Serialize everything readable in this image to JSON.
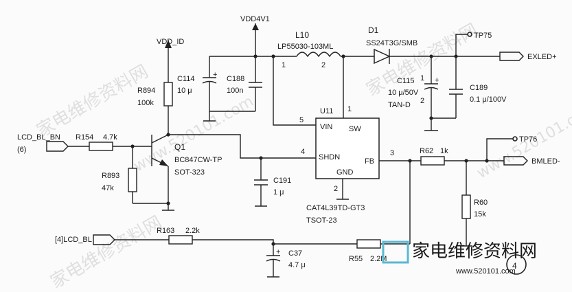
{
  "rails": {
    "vdd": "VDD4V1",
    "vddid": "VDD_ID"
  },
  "nets": {
    "lcd_bl_bn": "LCD_BL_BN",
    "lcd_bl_bn_pin": "(6)",
    "lcd_bl": "[4]LCD_BL",
    "exled": "EXLED+",
    "bmled": "BMLED-",
    "tp75": "TP75",
    "tp76": "TP76"
  },
  "parts": {
    "l10_ref": "L10",
    "l10_val": "LP55030-103ML",
    "l10_p1": "1",
    "l10_p2": "2",
    "d1_ref": "D1",
    "d1_val": "SS24T3G/SMB",
    "c114_ref": "C114",
    "c114_val": "10 μ",
    "c188_ref": "C188",
    "c188_val": "100n",
    "r894_ref": "R894",
    "r894_val": "100k",
    "c115_ref": "C115",
    "c115_val": "10 μ/50V",
    "c115_type": "TAN-D",
    "c115_p1": "1",
    "c115_p2": "2",
    "c189_ref": "C189",
    "c189_val": "0.1 μ/100V",
    "r154_ref": "R154",
    "r154_val": "4.7k",
    "r893_ref": "R893",
    "r893_val": "47k",
    "q1_ref": "Q1",
    "q1_val": "BC847CW-TP",
    "q1_pkg": "SOT-323",
    "c191_ref": "C191",
    "c191_val": "1 μ",
    "r62_ref": "R62",
    "r62_val": "1k",
    "r60_ref": "R60",
    "r60_val": "15k",
    "r163_ref": "R163",
    "r163_val": "2.2k",
    "c37_ref": "C37",
    "c37_val": "4.7 μ",
    "r55_ref": "R55",
    "r55_val": "2.2M"
  },
  "ic": {
    "ref": "U11",
    "part": "CAT4L39TD-GT3",
    "pkg": "TSOT-23",
    "vin": "VIN",
    "sw": "SW",
    "shdn": "SHDN",
    "fb": "FB",
    "gnd": "GND",
    "pin_vin": "5",
    "pin_sw": "1",
    "pin_shdn": "4",
    "pin_fb": "3",
    "pin_gnd": "2"
  },
  "watermark": {
    "text1": "家电维修资料网",
    "text2": "www.520101.com",
    "logo": "家电维修资料网",
    "url": "www.520101.com"
  },
  "circle_mark": "4"
}
